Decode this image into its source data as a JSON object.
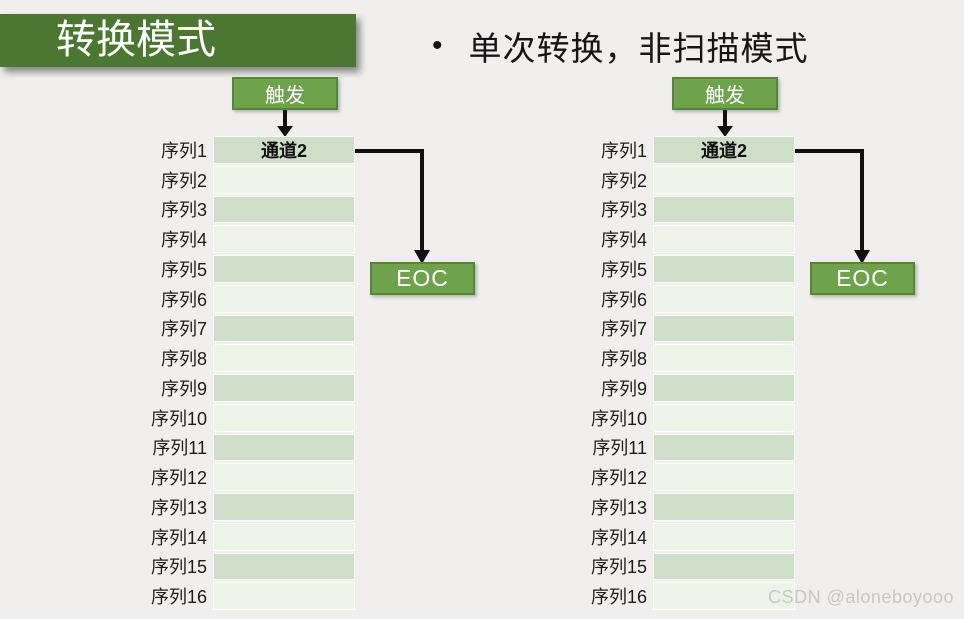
{
  "header": {
    "title": "转换模式"
  },
  "bullet": {
    "marker": "•",
    "text": "单次转换，非扫描模式"
  },
  "diagram": {
    "trigger_label": "触发",
    "channel_label": "通道2",
    "channel_row_index": 0,
    "eoc_label": "EOC",
    "sequence_labels": [
      "序列1",
      "序列2",
      "序列3",
      "序列4",
      "序列5",
      "序列6",
      "序列7",
      "序列8",
      "序列9",
      "序列10",
      "序列11",
      "序列12",
      "序列13",
      "序列14",
      "序列15",
      "序列16"
    ]
  },
  "watermark": {
    "text": "CSDN @aloneboyooo"
  },
  "colors": {
    "page_bg": "#f0efed",
    "title_bg": "#4c7733",
    "box_green": "#6fa24c",
    "box_border": "#558536",
    "row_odd": "#cfdec8",
    "row_even": "#eef3ea",
    "arrow": "#111111"
  }
}
